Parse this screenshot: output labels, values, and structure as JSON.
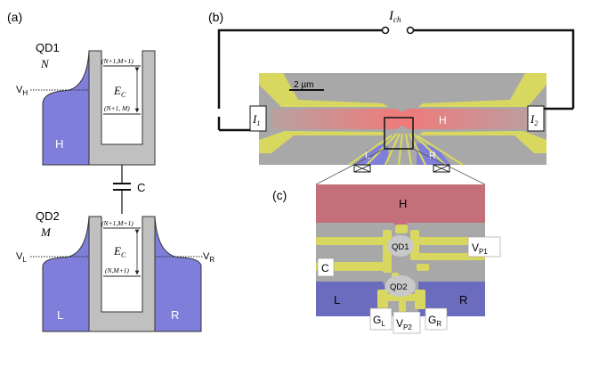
{
  "panel_a": {
    "label": "(a)",
    "qd1": {
      "name": "QD1",
      "var": "N",
      "v_label": "V",
      "v_sub": "H",
      "level_top": "(N+1,M+1)",
      "level_bottom": "(N+1, M)",
      "ec": "E",
      "ec_sub": "C",
      "lead": "H"
    },
    "coupling": "C",
    "qd2": {
      "name": "QD2",
      "var": "M",
      "vl_label": "V",
      "vl_sub": "L",
      "vr_label": "V",
      "vr_sub": "R",
      "level_top": "(N+1,M+1)",
      "level_bottom": "(N,M+1)",
      "ec": "E",
      "ec_sub": "C",
      "lead_left": "L",
      "lead_right": "R"
    }
  },
  "panel_b": {
    "label": "(b)",
    "current": "I",
    "current_sub": "ch",
    "i1": "I",
    "i1_sub": "1",
    "i2": "I",
    "i2_sub": "2",
    "scale": "2 µm",
    "h": "H",
    "l": "L",
    "r": "R"
  },
  "panel_c": {
    "label": "(c)",
    "h": "H",
    "c": "C",
    "l": "L",
    "r": "R",
    "qd1": "QD1",
    "qd2": "QD2",
    "vp1": "V",
    "vp1_sub": "P1",
    "gl": "G",
    "gl_sub": "L",
    "vp2": "V",
    "vp2_sub": "P2",
    "gr": "G",
    "gr_sub": "R"
  },
  "colors": {
    "lead_blue": "#7f7fdb",
    "gray": "#c0c0c0",
    "gate_yellow": "#d8d860",
    "channel_red": "#e98080"
  }
}
